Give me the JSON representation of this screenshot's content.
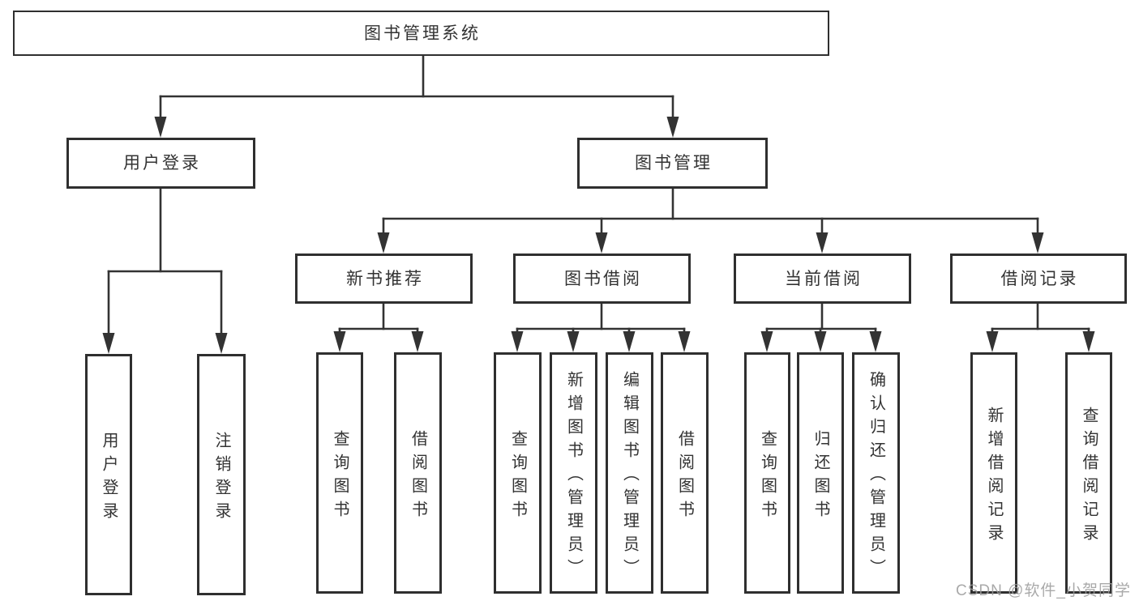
{
  "diagram": {
    "root": {
      "label": "图书管理系统",
      "children": [
        {
          "label": "用户登录",
          "children": [
            {
              "label": "用户登录"
            },
            {
              "label": "注销登录"
            }
          ]
        },
        {
          "label": "图书管理",
          "children": [
            {
              "label": "新书推荐",
              "children": [
                {
                  "label": "查询图书"
                },
                {
                  "label": "借阅图书"
                }
              ]
            },
            {
              "label": "图书借阅",
              "children": [
                {
                  "label": "查询图书"
                },
                {
                  "label": "新增图书（管理员）"
                },
                {
                  "label": "编辑图书（管理员）"
                },
                {
                  "label": "借阅图书"
                }
              ]
            },
            {
              "label": "当前借阅",
              "children": [
                {
                  "label": "查询图书"
                },
                {
                  "label": "归还图书"
                },
                {
                  "label": "确认归还（管理员）"
                }
              ]
            },
            {
              "label": "借阅记录",
              "children": [
                {
                  "label": "新增借阅记录"
                },
                {
                  "label": "查询借阅记录"
                }
              ]
            }
          ]
        }
      ]
    }
  },
  "watermark": {
    "text": "CSDN @软件_小贺同学"
  },
  "colors": {
    "line": "#333333",
    "box_border": "#2f2f2f",
    "text": "#333333",
    "watermark": "#9b9b9b",
    "background": "#ffffff"
  }
}
